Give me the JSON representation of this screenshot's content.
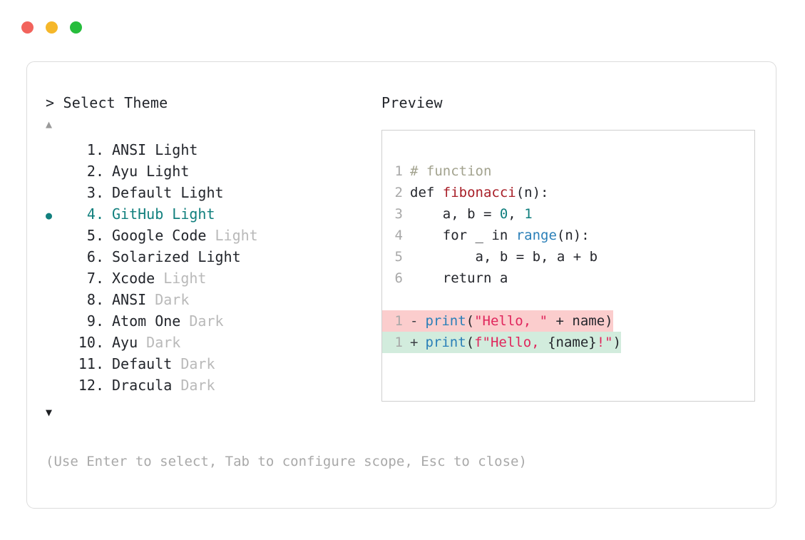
{
  "window": {
    "dots": [
      {
        "name": "close",
        "color": "#f2635c"
      },
      {
        "name": "minimize",
        "color": "#f5b72a"
      },
      {
        "name": "maximize",
        "color": "#26bd3c"
      }
    ]
  },
  "accent_color": "#12807e",
  "selector": {
    "heading": "> Select Theme",
    "scroll_up": "▲",
    "scroll_down": "▼",
    "selected_bullet": "●",
    "selected_index": 4,
    "items": [
      {
        "index": "1.",
        "name": "ANSI",
        "suffix": "Light",
        "suffix_dim": false,
        "selected": false
      },
      {
        "index": "2.",
        "name": "Ayu",
        "suffix": "Light",
        "suffix_dim": false,
        "selected": false
      },
      {
        "index": "3.",
        "name": "Default",
        "suffix": "Light",
        "suffix_dim": false,
        "selected": false
      },
      {
        "index": "4.",
        "name": "GitHub",
        "suffix": "Light",
        "suffix_dim": false,
        "selected": true
      },
      {
        "index": "5.",
        "name": "Google Code",
        "suffix": "Light",
        "suffix_dim": true,
        "selected": false
      },
      {
        "index": "6.",
        "name": "Solarized",
        "suffix": "Light",
        "suffix_dim": false,
        "selected": false
      },
      {
        "index": "7.",
        "name": "Xcode",
        "suffix": "Light",
        "suffix_dim": true,
        "selected": false
      },
      {
        "index": "8.",
        "name": "ANSI",
        "suffix": "Dark",
        "suffix_dim": true,
        "selected": false
      },
      {
        "index": "9.",
        "name": "Atom One",
        "suffix": "Dark",
        "suffix_dim": true,
        "selected": false
      },
      {
        "index": "10.",
        "name": "Ayu",
        "suffix": "Dark",
        "suffix_dim": true,
        "selected": false
      },
      {
        "index": "11.",
        "name": "Default",
        "suffix": "Dark",
        "suffix_dim": true,
        "selected": false
      },
      {
        "index": "12.",
        "name": "Dracula",
        "suffix": "Dark",
        "suffix_dim": true,
        "selected": false
      }
    ],
    "hint": "(Use Enter to select, Tab to configure scope, Esc to close)"
  },
  "preview": {
    "heading": "Preview",
    "code_lines": [
      {
        "no": "1",
        "tokens": [
          {
            "t": "# function",
            "c": "comment"
          }
        ]
      },
      {
        "no": "2",
        "tokens": [
          {
            "t": "def ",
            "c": "plain"
          },
          {
            "t": "fibonacci",
            "c": "func"
          },
          {
            "t": "(n):",
            "c": "plain"
          }
        ]
      },
      {
        "no": "3",
        "tokens": [
          {
            "t": "    a, b = ",
            "c": "plain"
          },
          {
            "t": "0",
            "c": "num"
          },
          {
            "t": ", ",
            "c": "plain"
          },
          {
            "t": "1",
            "c": "num"
          }
        ]
      },
      {
        "no": "4",
        "tokens": [
          {
            "t": "    for _ in ",
            "c": "plain"
          },
          {
            "t": "range",
            "c": "builtin"
          },
          {
            "t": "(n):",
            "c": "plain"
          }
        ]
      },
      {
        "no": "5",
        "tokens": [
          {
            "t": "        a, b = b, a + b",
            "c": "plain"
          }
        ]
      },
      {
        "no": "6",
        "tokens": [
          {
            "t": "    return a",
            "c": "plain"
          }
        ]
      }
    ],
    "diff_lines": [
      {
        "no": "1",
        "sign": "-",
        "kind": "del",
        "bg": "#fbcdcd",
        "tokens": [
          {
            "t": "print",
            "c": "builtin"
          },
          {
            "t": "(",
            "c": "plain"
          },
          {
            "t": "\"Hello, \"",
            "c": "str"
          },
          {
            "t": " + name)",
            "c": "plain"
          }
        ]
      },
      {
        "no": "1",
        "sign": "+",
        "kind": "add",
        "bg": "#d2ecdd",
        "tokens": [
          {
            "t": "print",
            "c": "builtin"
          },
          {
            "t": "(",
            "c": "plain"
          },
          {
            "t": "f\"Hello, ",
            "c": "str"
          },
          {
            "t": "{name}",
            "c": "plain"
          },
          {
            "t": "!\"",
            "c": "str"
          },
          {
            "t": ")",
            "c": "plain"
          }
        ]
      }
    ]
  }
}
